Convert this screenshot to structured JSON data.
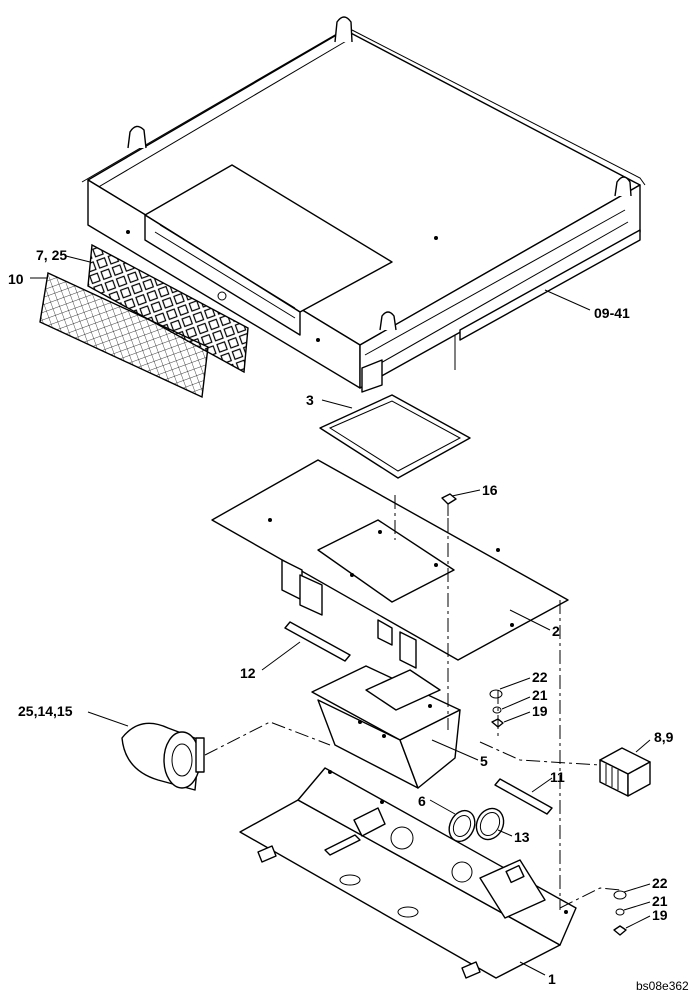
{
  "labels": {
    "l_7_25": "7, 25",
    "l_10": "10",
    "l_09_41": "09-41",
    "l_3": "3",
    "l_16": "16",
    "l_2": "2",
    "l_12": "12",
    "l_22a": "22",
    "l_21a": "21",
    "l_19a": "19",
    "l_25_14_15": "25,14,15",
    "l_5": "5",
    "l_8_9": "8,9",
    "l_11": "11",
    "l_6": "6",
    "l_13": "13",
    "l_22b": "22",
    "l_21b": "21",
    "l_19b": "19",
    "l_1": "1"
  },
  "drawing_code": "bs08e362"
}
